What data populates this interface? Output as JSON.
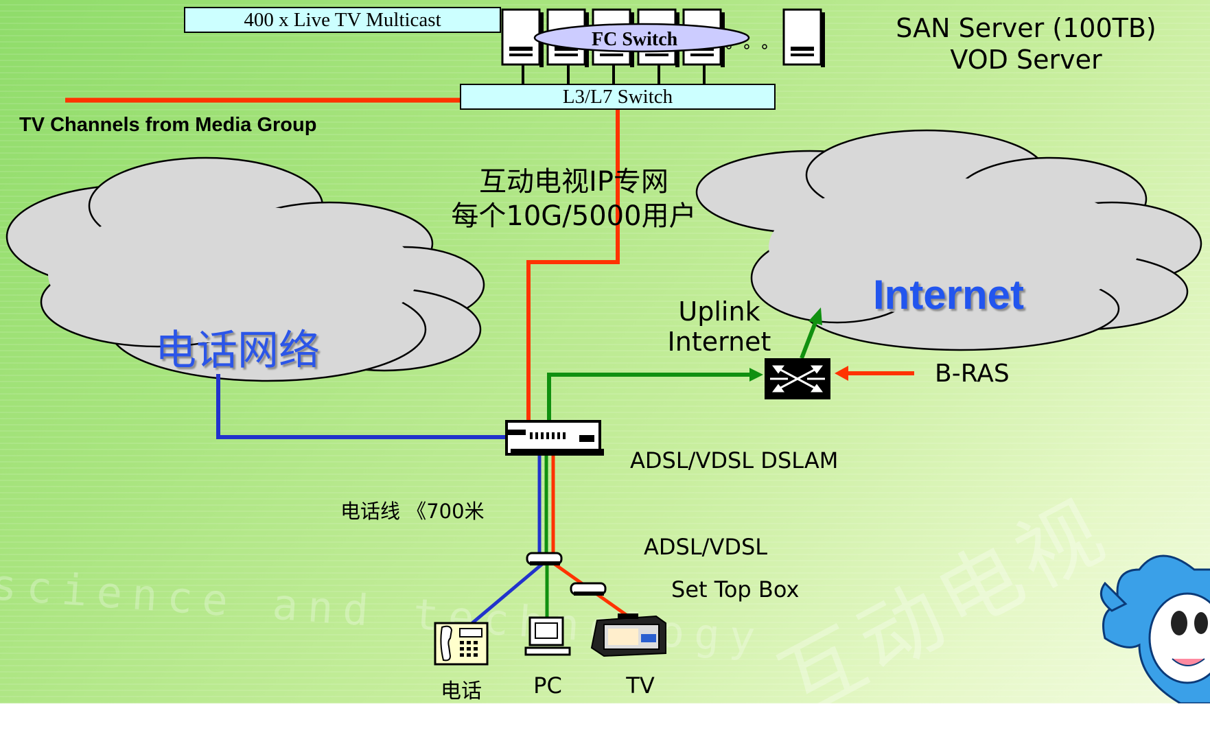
{
  "labels": {
    "multicast_box": "400 x Live TV Multicast",
    "fc_switch": "FC Switch",
    "l3l7_switch": "L3/L7 Switch",
    "san_server_line1": "SAN Server (100TB)",
    "san_server_line2": "VOD Server",
    "tv_channels": "TV Channels from Media Group",
    "ip_network_line1": "互动电视IP专网",
    "ip_network_line2": "每个10G/5000用户",
    "phone_network": "电话网络",
    "internet": "Internet",
    "uplink_line1": "Uplink",
    "uplink_line2": "Internet",
    "bras": "B-RAS",
    "dslam": "ADSL/VDSL DSLAM",
    "phone_line": "电话线 《700米",
    "adsl_vdsl": "ADSL/VDSL",
    "set_top_box": "Set Top Box",
    "phone": "电话",
    "pc": "PC",
    "tv": "TV"
  },
  "watermarks": {
    "text_en": "science and technology",
    "text_cn": "互动电视"
  },
  "colors": {
    "tv_link": "#ff3300",
    "internet_link": "#109010",
    "phone_link": "#2233cc",
    "box_fill": "#ccffff",
    "cloud_fill": "#d8d8d8",
    "phone_network_text": "#2b55e8",
    "internet_text": "#2255ee"
  },
  "icons": [
    "server-icon",
    "switch-router-icon",
    "dslam-icon",
    "modem-icon",
    "set-top-box-icon",
    "telephone-icon",
    "pc-icon",
    "tv-icon",
    "mascot-icon"
  ]
}
